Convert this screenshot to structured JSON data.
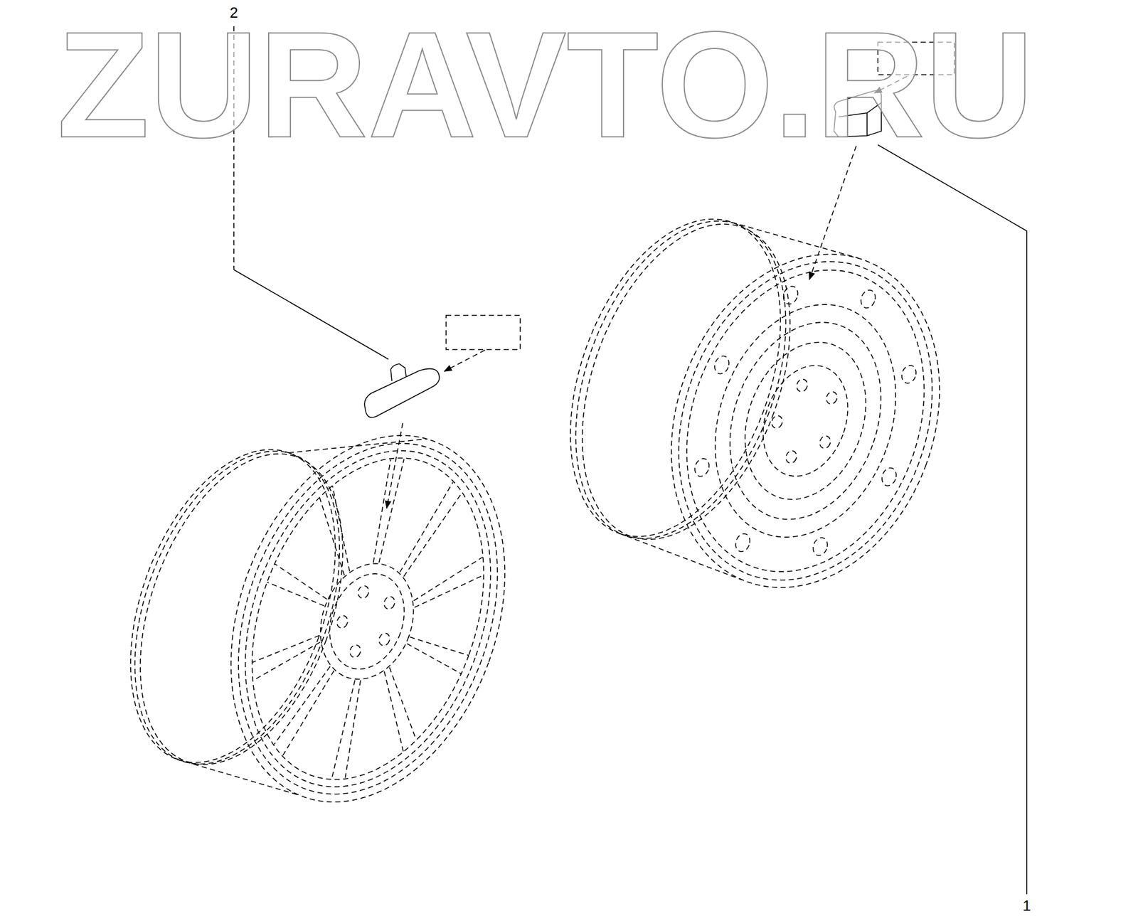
{
  "diagram": {
    "labels": [
      "ZURAVTO.RU",
      "2",
      "1"
    ]
  }
}
